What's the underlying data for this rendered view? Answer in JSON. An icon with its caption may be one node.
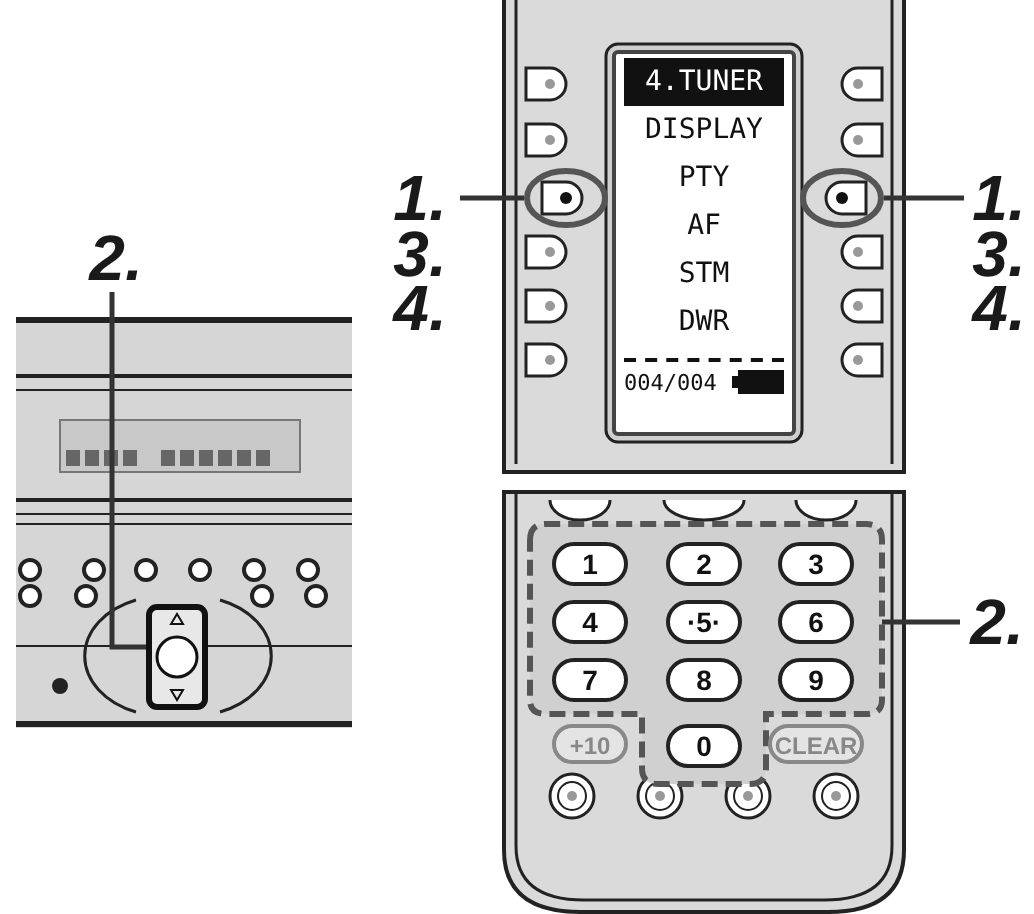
{
  "diagram": {
    "nodes": [
      {
        "text": [
          "2."
        ]
      },
      {
        "text": [],
        "shape": "box"
      },
      {
        "text": [
          "1."
        ]
      },
      {
        "text": [],
        "shape": "circle"
      },
      {
        "text": [
          "1."
        ]
      },
      {
        "text": [],
        "shape": "circle"
      },
      {
        "text": [
          "2."
        ]
      },
      {
        "text": [],
        "shape": "box"
      },
      {
        "text": [
          "1"
        ],
        "in": 7
      },
      {
        "text": [
          "2"
        ],
        "in": 7
      },
      {
        "text": [
          "3"
        ],
        "in": 7
      },
      {
        "text": [
          "4"
        ],
        "in": 7
      },
      {
        "text": [
          "·5·"
        ],
        "in": 7
      },
      {
        "text": [
          "6"
        ],
        "in": 7
      },
      {
        "text": [
          "7"
        ],
        "in": 7
      },
      {
        "text": [
          "8"
        ],
        "in": 7
      },
      {
        "text": [
          "9"
        ],
        "in": 7
      },
      {
        "text": [
          "0"
        ],
        "in": 7
      },
      {
        "text": [
          "+10"
        ]
      },
      {
        "text": [
          "CLEAR"
        ]
      },
      {
        "text": [
          "4.TUNER",
          "DISPLAY",
          "PTY",
          "AF",
          "STM",
          "DWR",
          "004/004"
        ]
      }
    ],
    "edges": [
      {
        "from": 0,
        "to": 1,
        "arrow": "none"
      },
      {
        "from": 2,
        "to": 3,
        "arrow": "none"
      },
      {
        "from": 4,
        "to": 5,
        "arrow": "none"
      },
      {
        "from": 6,
        "to": 7,
        "arrow": "none"
      }
    ],
    "labels": [
      "3.",
      "3.",
      "4.",
      "4."
    ]
  }
}
